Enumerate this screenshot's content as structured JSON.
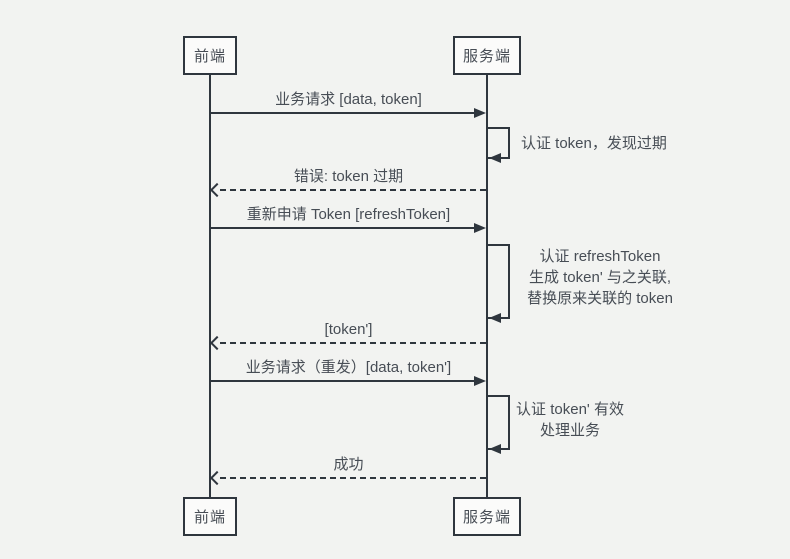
{
  "colors": {
    "background": "#f2f3f1",
    "line": "#2f363e",
    "text": "#474d55",
    "participant_box_fill": "#fbfbfa"
  },
  "participants": {
    "frontend": "前端",
    "server": "服务端"
  },
  "messages": [
    {
      "kind": "solid-arrow",
      "from": "前端",
      "to": "服务端",
      "label": "业务请求 [data, token]"
    },
    {
      "kind": "self-loop",
      "on": "服务端",
      "lines": [
        "认证 token，发现过期"
      ]
    },
    {
      "kind": "dashed-arrow",
      "from": "服务端",
      "to": "前端",
      "label": "错误: token 过期"
    },
    {
      "kind": "solid-arrow",
      "from": "前端",
      "to": "服务端",
      "label": "重新申请 Token [refreshToken]"
    },
    {
      "kind": "self-loop",
      "on": "服务端",
      "lines": [
        "认证 refreshToken",
        "生成 token' 与之关联,",
        "替换原来关联的 token"
      ]
    },
    {
      "kind": "dashed-arrow",
      "from": "服务端",
      "to": "前端",
      "label": "[token']"
    },
    {
      "kind": "solid-arrow",
      "from": "前端",
      "to": "服务端",
      "label": "业务请求（重发）[data, token']"
    },
    {
      "kind": "self-loop",
      "on": "服务端",
      "lines": [
        "认证 token' 有效",
        "处理业务"
      ]
    },
    {
      "kind": "dashed-arrow",
      "from": "服务端",
      "to": "前端",
      "label": "成功"
    }
  ]
}
